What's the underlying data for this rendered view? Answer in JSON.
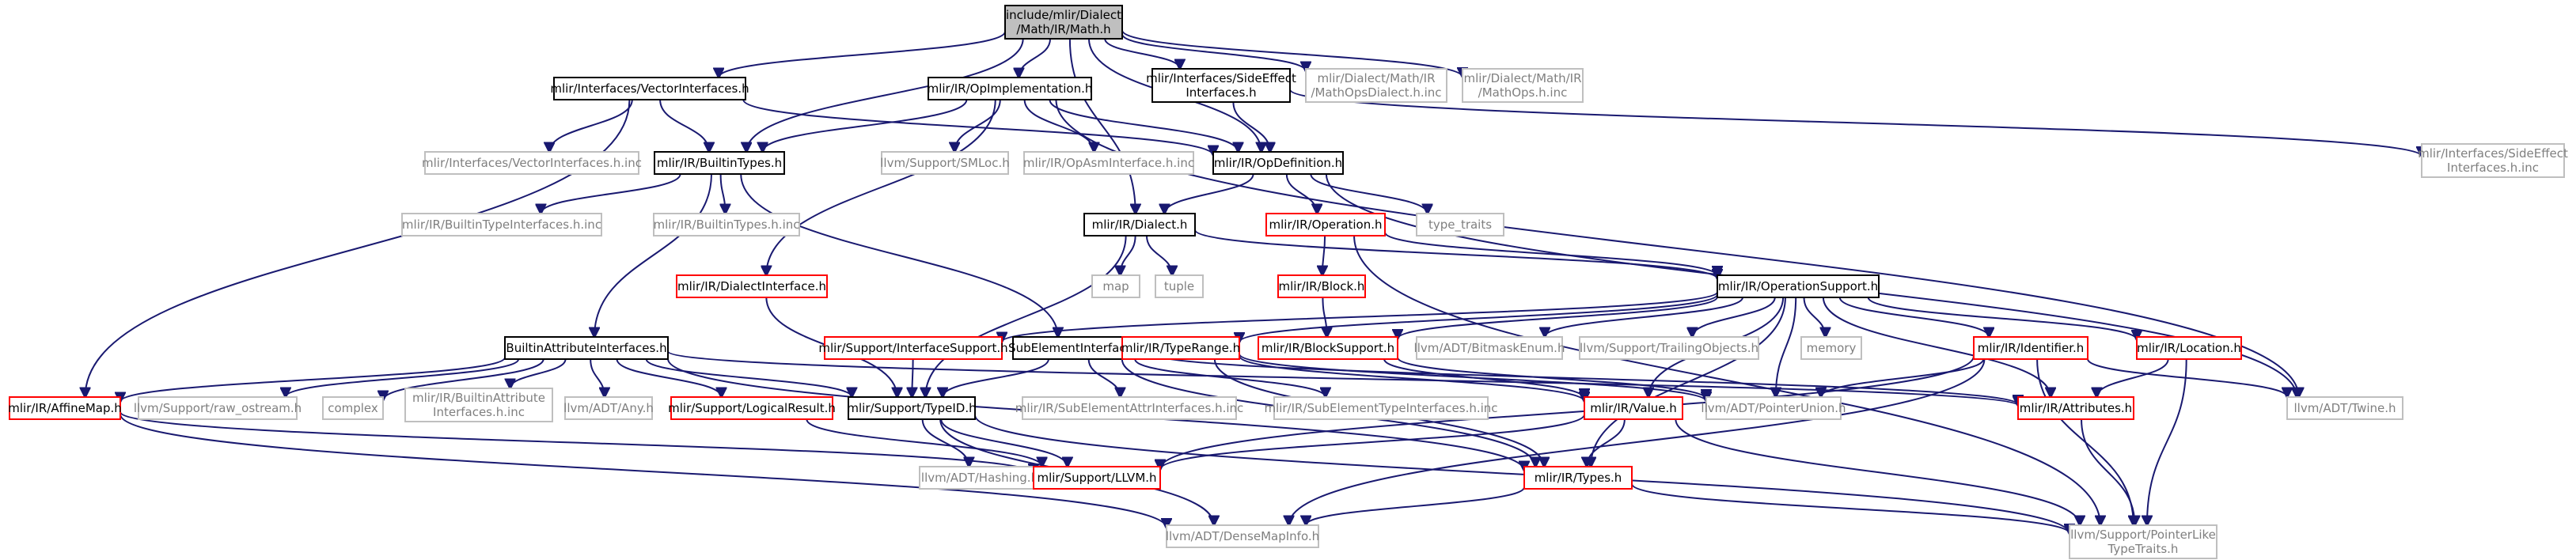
{
  "graph": {
    "nodes": [
      {
        "id": "root",
        "lines": [
          "include/mlir/Dialect",
          "/Math/IR/Math.h"
        ],
        "style": "root"
      },
      {
        "id": "vecif",
        "lines": [
          "mlir/Interfaces/VectorInterfaces.h"
        ],
        "style": "normal"
      },
      {
        "id": "opimpl",
        "lines": [
          "mlir/IR/OpImplementation.h"
        ],
        "style": "normal"
      },
      {
        "id": "sideeff",
        "lines": [
          "mlir/Interfaces/SideEffect",
          "Interfaces.h"
        ],
        "style": "normal"
      },
      {
        "id": "mathdialinc",
        "lines": [
          "mlir/Dialect/Math/IR",
          "/MathOpsDialect.h.inc"
        ],
        "style": "grey"
      },
      {
        "id": "mathopsinc",
        "lines": [
          "mlir/Dialect/Math/IR",
          "/MathOps.h.inc"
        ],
        "style": "grey"
      },
      {
        "id": "vecifinc",
        "lines": [
          "mlir/Interfaces/VectorInterfaces.h.inc"
        ],
        "style": "grey"
      },
      {
        "id": "builtintypes",
        "lines": [
          "mlir/IR/BuiltinTypes.h"
        ],
        "style": "normal"
      },
      {
        "id": "smloc",
        "lines": [
          "llvm/Support/SMLoc.h"
        ],
        "style": "grey"
      },
      {
        "id": "opasminc",
        "lines": [
          "mlir/IR/OpAsmInterface.h.inc"
        ],
        "style": "grey"
      },
      {
        "id": "opdef",
        "lines": [
          "mlir/IR/OpDefinition.h"
        ],
        "style": "normal"
      },
      {
        "id": "sideeffinc",
        "lines": [
          "mlir/Interfaces/SideEffect",
          "Interfaces.h.inc"
        ],
        "style": "grey"
      },
      {
        "id": "btifinc",
        "lines": [
          "mlir/IR/BuiltinTypeInterfaces.h.inc"
        ],
        "style": "grey"
      },
      {
        "id": "btinc",
        "lines": [
          "mlir/IR/BuiltinTypes.h.inc"
        ],
        "style": "grey"
      },
      {
        "id": "dialect",
        "lines": [
          "mlir/IR/Dialect.h"
        ],
        "style": "normal"
      },
      {
        "id": "operation",
        "lines": [
          "mlir/IR/Operation.h"
        ],
        "style": "red"
      },
      {
        "id": "typetraits",
        "lines": [
          "type_traits"
        ],
        "style": "grey"
      },
      {
        "id": "map",
        "lines": [
          "map"
        ],
        "style": "grey"
      },
      {
        "id": "tuple",
        "lines": [
          "tuple"
        ],
        "style": "grey"
      },
      {
        "id": "dialif",
        "lines": [
          "mlir/IR/DialectInterface.h"
        ],
        "style": "red"
      },
      {
        "id": "block",
        "lines": [
          "mlir/IR/Block.h"
        ],
        "style": "red"
      },
      {
        "id": "opsupport",
        "lines": [
          "mlir/IR/OperationSupport.h"
        ],
        "style": "normal"
      },
      {
        "id": "battrif",
        "lines": [
          "BuiltinAttributeInterfaces.h"
        ],
        "style": "normal"
      },
      {
        "id": "ifsupport",
        "lines": [
          "mlir/Support/InterfaceSupport.h"
        ],
        "style": "red"
      },
      {
        "id": "subelem",
        "lines": [
          "SubElementInterfaces.h"
        ],
        "style": "normal"
      },
      {
        "id": "typerange",
        "lines": [
          "mlir/IR/TypeRange.h"
        ],
        "style": "red"
      },
      {
        "id": "blocksupport",
        "lines": [
          "mlir/IR/BlockSupport.h"
        ],
        "style": "red"
      },
      {
        "id": "bitmask",
        "lines": [
          "llvm/ADT/BitmaskEnum.h"
        ],
        "style": "grey"
      },
      {
        "id": "trailing",
        "lines": [
          "llvm/Support/TrailingObjects.h"
        ],
        "style": "grey"
      },
      {
        "id": "memory",
        "lines": [
          "memory"
        ],
        "style": "grey"
      },
      {
        "id": "identifier",
        "lines": [
          "mlir/IR/Identifier.h"
        ],
        "style": "red"
      },
      {
        "id": "location",
        "lines": [
          "mlir/IR/Location.h"
        ],
        "style": "red"
      },
      {
        "id": "affinemap",
        "lines": [
          "mlir/IR/AffineMap.h"
        ],
        "style": "red"
      },
      {
        "id": "rawostream",
        "lines": [
          "llvm/Support/raw_ostream.h"
        ],
        "style": "grey"
      },
      {
        "id": "complex",
        "lines": [
          "complex"
        ],
        "style": "grey"
      },
      {
        "id": "battrifinc",
        "lines": [
          "mlir/IR/BuiltinAttribute",
          "Interfaces.h.inc"
        ],
        "style": "grey"
      },
      {
        "id": "anyh",
        "lines": [
          "llvm/ADT/Any.h"
        ],
        "style": "grey"
      },
      {
        "id": "logicalresult",
        "lines": [
          "mlir/Support/LogicalResult.h"
        ],
        "style": "red"
      },
      {
        "id": "typeid",
        "lines": [
          "mlir/Support/TypeID.h"
        ],
        "style": "normal"
      },
      {
        "id": "seattrinc",
        "lines": [
          "mlir/IR/SubElementAttrInterfaces.h.inc"
        ],
        "style": "grey"
      },
      {
        "id": "setypeinc",
        "lines": [
          "mlir/IR/SubElementTypeInterfaces.h.inc"
        ],
        "style": "grey"
      },
      {
        "id": "value",
        "lines": [
          "mlir/IR/Value.h"
        ],
        "style": "red"
      },
      {
        "id": "ptrunion",
        "lines": [
          "llvm/ADT/PointerUnion.h"
        ],
        "style": "grey"
      },
      {
        "id": "attributes",
        "lines": [
          "mlir/IR/Attributes.h"
        ],
        "style": "red"
      },
      {
        "id": "twine",
        "lines": [
          "llvm/ADT/Twine.h"
        ],
        "style": "grey"
      },
      {
        "id": "hashing",
        "lines": [
          "llvm/ADT/Hashing.h"
        ],
        "style": "grey"
      },
      {
        "id": "llvmh",
        "lines": [
          "mlir/Support/LLVM.h"
        ],
        "style": "red"
      },
      {
        "id": "types",
        "lines": [
          "mlir/IR/Types.h"
        ],
        "style": "red"
      },
      {
        "id": "densemap",
        "lines": [
          "llvm/ADT/DenseMapInfo.h"
        ],
        "style": "grey"
      },
      {
        "id": "ptrlike",
        "lines": [
          "llvm/Support/PointerLike",
          "TypeTraits.h"
        ],
        "style": "grey"
      }
    ],
    "edges": [
      [
        "root",
        "vecif"
      ],
      [
        "root",
        "opimpl"
      ],
      [
        "root",
        "sideeff"
      ],
      [
        "root",
        "mathdialinc"
      ],
      [
        "root",
        "mathopsinc"
      ],
      [
        "root",
        "builtintypes"
      ],
      [
        "root",
        "opdef"
      ],
      [
        "root",
        "dialect"
      ],
      [
        "vecif",
        "vecifinc"
      ],
      [
        "vecif",
        "builtintypes"
      ],
      [
        "vecif",
        "opdef"
      ],
      [
        "vecif",
        "affinemap"
      ],
      [
        "opimpl",
        "builtintypes"
      ],
      [
        "opimpl",
        "smloc"
      ],
      [
        "opimpl",
        "opasminc"
      ],
      [
        "opimpl",
        "opdef"
      ],
      [
        "opimpl",
        "dialif"
      ],
      [
        "opimpl",
        "twine"
      ],
      [
        "sideeff",
        "opdef"
      ],
      [
        "sideeff",
        "sideeffinc"
      ],
      [
        "builtintypes",
        "btifinc"
      ],
      [
        "builtintypes",
        "btinc"
      ],
      [
        "builtintypes",
        "battrif"
      ],
      [
        "builtintypes",
        "subelem"
      ],
      [
        "opdef",
        "dialect"
      ],
      [
        "opdef",
        "operation"
      ],
      [
        "opdef",
        "typetraits"
      ],
      [
        "opdef",
        "twine"
      ],
      [
        "dialect",
        "map"
      ],
      [
        "dialect",
        "tuple"
      ],
      [
        "dialect",
        "opsupport"
      ],
      [
        "dialect",
        "typeid"
      ],
      [
        "operation",
        "block"
      ],
      [
        "operation",
        "opsupport"
      ],
      [
        "operation",
        "ptrlike"
      ],
      [
        "dialif",
        "typeid"
      ],
      [
        "block",
        "blocksupport"
      ],
      [
        "opsupport",
        "ifsupport"
      ],
      [
        "opsupport",
        "typerange"
      ],
      [
        "opsupport",
        "blocksupport"
      ],
      [
        "opsupport",
        "bitmask"
      ],
      [
        "opsupport",
        "trailing"
      ],
      [
        "opsupport",
        "memory"
      ],
      [
        "opsupport",
        "identifier"
      ],
      [
        "opsupport",
        "location"
      ],
      [
        "opsupport",
        "value"
      ],
      [
        "opsupport",
        "ptrunion"
      ],
      [
        "opsupport",
        "attributes"
      ],
      [
        "opsupport",
        "types"
      ],
      [
        "battrif",
        "affinemap"
      ],
      [
        "battrif",
        "rawostream"
      ],
      [
        "battrif",
        "complex"
      ],
      [
        "battrif",
        "battrifinc"
      ],
      [
        "battrif",
        "anyh"
      ],
      [
        "battrif",
        "logicalresult"
      ],
      [
        "battrif",
        "typeid"
      ],
      [
        "battrif",
        "attributes"
      ],
      [
        "battrif",
        "types"
      ],
      [
        "ifsupport",
        "typeid"
      ],
      [
        "subelem",
        "seattrinc"
      ],
      [
        "subelem",
        "setypeinc"
      ],
      [
        "subelem",
        "attributes"
      ],
      [
        "subelem",
        "types"
      ],
      [
        "subelem",
        "typeid"
      ],
      [
        "typerange",
        "value"
      ],
      [
        "typerange",
        "types"
      ],
      [
        "typerange",
        "ptrunion"
      ],
      [
        "blocksupport",
        "value"
      ],
      [
        "blocksupport",
        "ptrunion"
      ],
      [
        "identifier",
        "twine"
      ],
      [
        "identifier",
        "ptrunion"
      ],
      [
        "identifier",
        "llvmh"
      ],
      [
        "identifier",
        "ptrlike"
      ],
      [
        "identifier",
        "densemap"
      ],
      [
        "location",
        "attributes"
      ],
      [
        "location",
        "ptrlike"
      ],
      [
        "affinemap",
        "densemap"
      ],
      [
        "affinemap",
        "llvmh"
      ],
      [
        "logicalresult",
        "llvmh"
      ],
      [
        "typeid",
        "hashing"
      ],
      [
        "typeid",
        "llvmh"
      ],
      [
        "typeid",
        "ptrlike"
      ],
      [
        "typeid",
        "densemap"
      ],
      [
        "value",
        "types"
      ],
      [
        "value",
        "llvmh"
      ],
      [
        "value",
        "ptrlike"
      ],
      [
        "attributes",
        "ptrlike"
      ],
      [
        "types",
        "densemap"
      ],
      [
        "types",
        "ptrlike"
      ]
    ]
  }
}
